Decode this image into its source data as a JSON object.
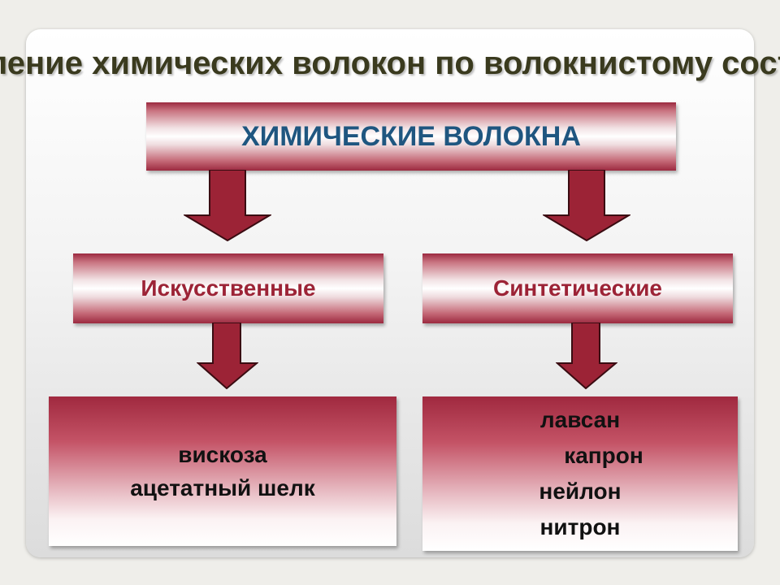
{
  "title": "ление химических волокон по волокнистому сост",
  "root": {
    "label": "ХИМИЧЕСКИЕ ВОЛОКНА"
  },
  "categories": [
    {
      "label": "Искусственные",
      "examples": [
        "вискоза",
        "ацетатный шелк"
      ]
    },
    {
      "label": "Синтетические",
      "examples": [
        "лавсан",
        "капрон",
        "нейлон",
        "нитрон"
      ]
    }
  ],
  "colors": {
    "arrow": "#9c2336",
    "root_text": "#1f5680",
    "category_text": "#9c2336",
    "title_text": "#3a3a1e"
  }
}
